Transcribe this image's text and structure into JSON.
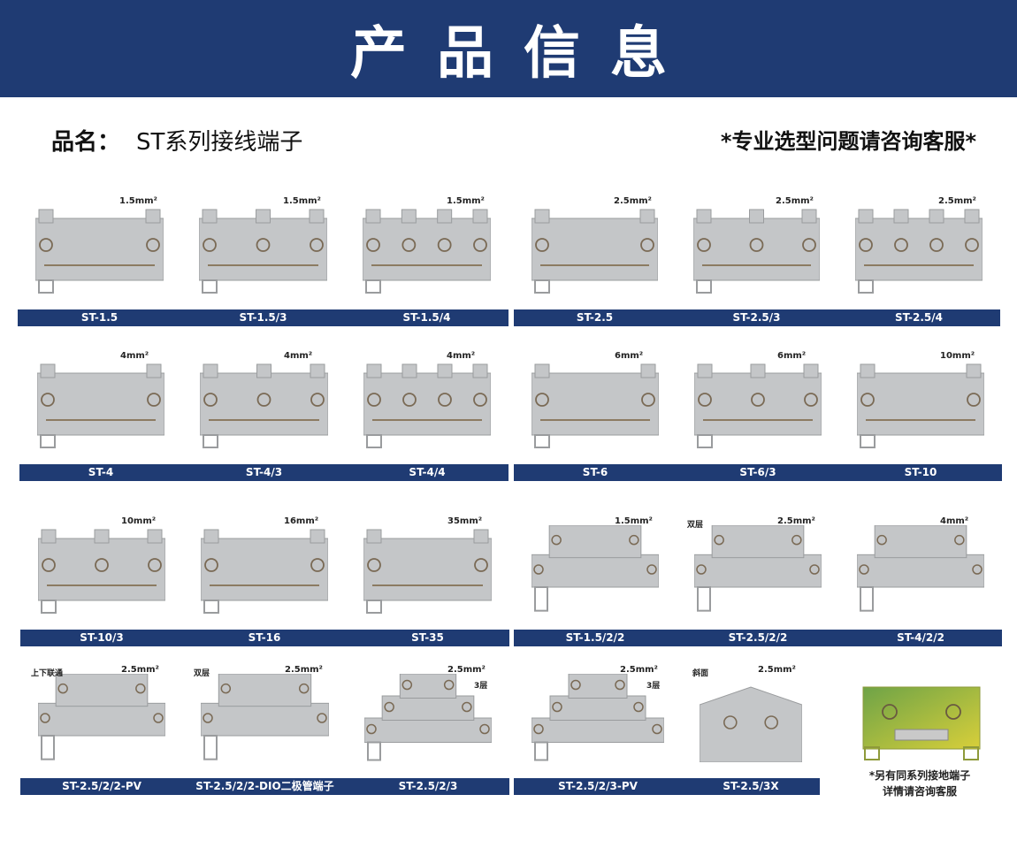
{
  "header": {
    "title": "产品信息"
  },
  "product": {
    "name_label": "品名：",
    "name_value": "ST系列接线端子"
  },
  "consult_note": "*专业选型问题请咨询客服*",
  "colors": {
    "brand_blue": "#1f3b73",
    "terminal_grey": "#c4c6c8",
    "ground_yellow": "#d8cf3a",
    "ground_green": "#6ea347"
  },
  "items": [
    {
      "label": "ST-1.5",
      "spec": "1.5mm²"
    },
    {
      "label": "ST-1.5/3",
      "spec": "1.5mm²"
    },
    {
      "label": "ST-1.5/4",
      "spec": "1.5mm²"
    },
    {
      "label": "ST-2.5",
      "spec": "2.5mm²"
    },
    {
      "label": "ST-2.5/3",
      "spec": "2.5mm²"
    },
    {
      "label": "ST-2.5/4",
      "spec": "2.5mm²"
    },
    {
      "label": "ST-4",
      "spec": "4mm²"
    },
    {
      "label": "ST-4/3",
      "spec": "4mm²"
    },
    {
      "label": "ST-4/4",
      "spec": "4mm²"
    },
    {
      "label": "ST-6",
      "spec": "6mm²"
    },
    {
      "label": "ST-6/3",
      "spec": "6mm²"
    },
    {
      "label": "ST-10",
      "spec": "10mm²"
    },
    {
      "label": "ST-10/3",
      "spec": "10mm²"
    },
    {
      "label": "ST-16",
      "spec": "16mm²"
    },
    {
      "label": "ST-35",
      "spec": "35mm²"
    },
    {
      "label": "ST-1.5/2/2",
      "spec": "1.5mm²"
    },
    {
      "label": "ST-2.5/2/2",
      "spec": "2.5mm²",
      "note": "双层"
    },
    {
      "label": "ST-4/2/2",
      "spec": "4mm²"
    },
    {
      "label": "ST-2.5/2/2-PV",
      "spec": "2.5mm²",
      "note": "上下联通"
    },
    {
      "label": "ST-2.5/2/2-DIO二极管端子",
      "spec": "2.5mm²",
      "note": "双层"
    },
    {
      "label": "ST-2.5/2/3",
      "spec": "2.5mm²",
      "note2": "3层"
    },
    {
      "label": "ST-2.5/2/3-PV",
      "spec": "2.5mm²",
      "note2": "3层"
    },
    {
      "label": "ST-2.5/3X",
      "spec": "2.5mm²",
      "note": "斜面"
    }
  ],
  "ground_note": {
    "line1": "*另有同系列接地端子",
    "line2": "详情请咨询客服"
  }
}
